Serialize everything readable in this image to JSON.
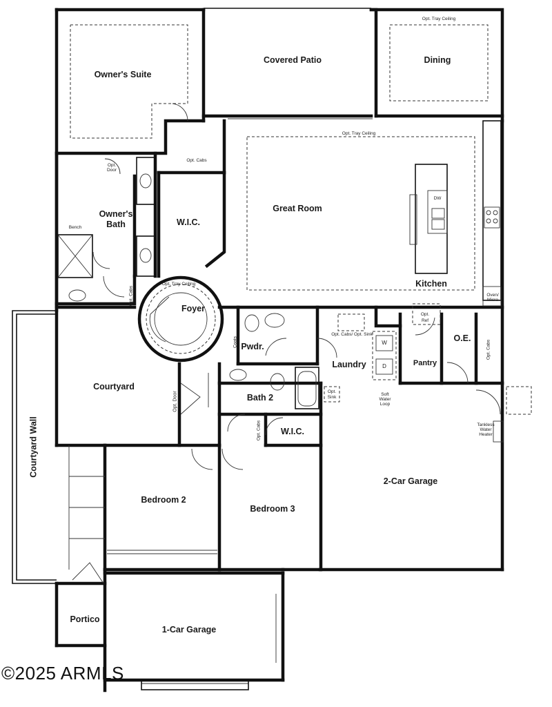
{
  "rooms": {
    "owners_suite": "Owner's Suite",
    "covered_patio": "Covered Patio",
    "dining": "Dining",
    "great_room": "Great Room",
    "kitchen": "Kitchen",
    "owners_bath_1": "Owner's",
    "owners_bath_2": "Bath",
    "wic_owner": "W.I.C.",
    "foyer": "Foyer",
    "pwdr": "Pwdr.",
    "laundry": "Laundry",
    "pantry": "Pantry",
    "oe": "O.E.",
    "courtyard": "Courtyard",
    "bath2": "Bath 2",
    "wic_bed3": "W.I.C.",
    "bedroom2": "Bedroom 2",
    "bedroom3": "Bedroom 3",
    "garage2": "2-Car Garage",
    "courtyard_wall": "Courtyard Wall",
    "portico": "Portico",
    "garage1": "1-Car Garage"
  },
  "notes": {
    "tray_dining": "Opt. Tray Ceiling",
    "tray_great": "Opt. Tray Ceiling",
    "tray_foyer": "Opt. Tray Ceiling",
    "opt_cabs_hall": "Opt. Cabs",
    "opt_door_bath": "Opt.",
    "opt_door_bath2": "Door",
    "bench": "Bench",
    "opt_cabs_bath": "Opt. Cabs",
    "coats": "Coats",
    "dw": "DW",
    "oven_1": "Oven/",
    "oven_2": "Micro",
    "opt_ref_1": "Opt.",
    "opt_ref_2": "Ref",
    "opt_cabs_sink": "Opt. Cabs/ Opt. Sink",
    "washer": "W",
    "dryer": "D",
    "opt_cabs_oe": "Opt. Cabs",
    "opt_sink_1": "Opt.",
    "opt_sink_2": "Sink",
    "soft_water_1": "Soft",
    "soft_water_2": "Water",
    "soft_water_3": "Loop",
    "tankless_1": "Tankless",
    "tankless_2": "Water",
    "tankless_3": "Heater",
    "opt_door_court": "Opt. Door",
    "opt_cabs_wic": "Opt. Cabs"
  },
  "watermark": "©2025 ARMLS"
}
